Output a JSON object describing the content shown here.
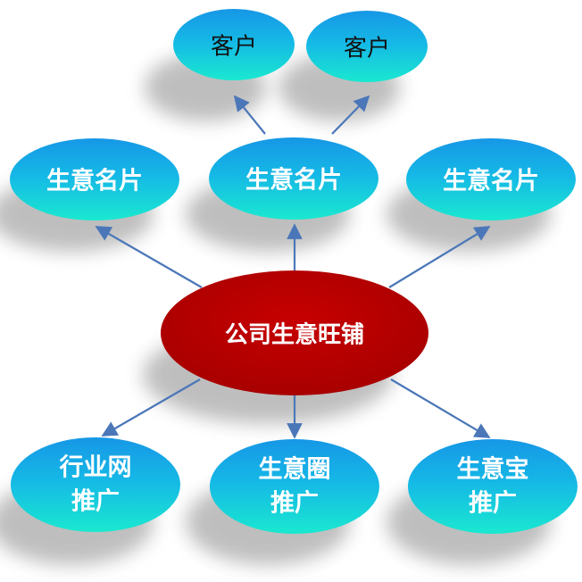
{
  "center": {
    "label": "公司生意旺铺"
  },
  "clients": [
    {
      "label": "客户"
    },
    {
      "label": "客户"
    }
  ],
  "cards": [
    {
      "label": "生意名片"
    },
    {
      "label": "生意名片"
    },
    {
      "label": "生意名片"
    }
  ],
  "promos": [
    {
      "line1": "行业网",
      "line2": "推广"
    },
    {
      "line1": "生意圈",
      "line2": "推广"
    },
    {
      "line1": "生意宝",
      "line2": "推广"
    }
  ],
  "colors": {
    "center_fill": "#b70000",
    "node_top": "#18a4e8",
    "node_bottom": "#19e6d2",
    "arrow": "#4b77b8"
  }
}
